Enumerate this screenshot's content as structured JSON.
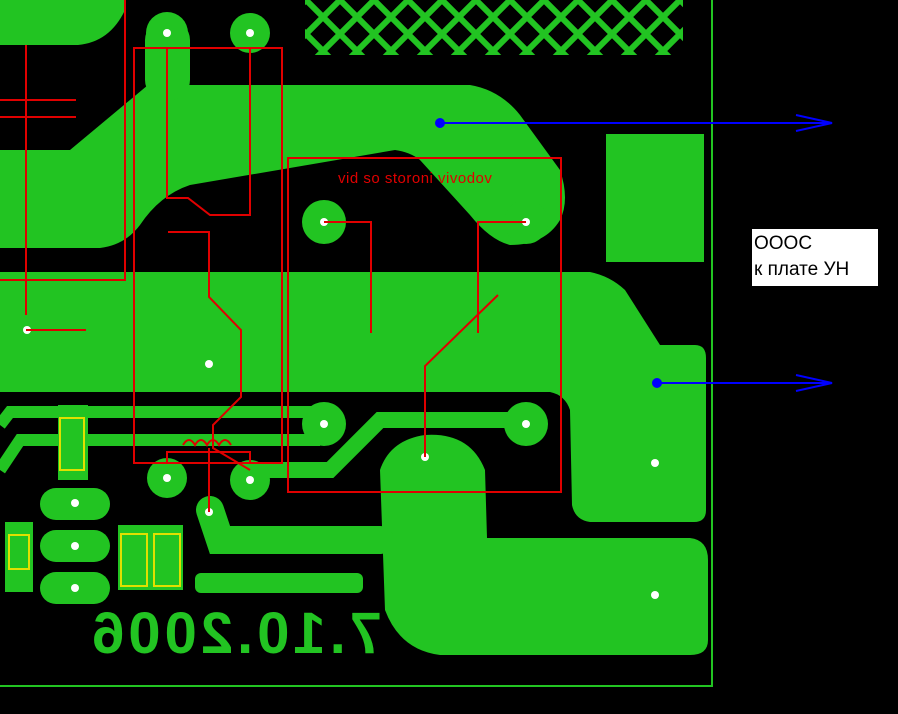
{
  "board": {
    "silkscreen_note": "vid so storoni vivodov",
    "date_mark": "7.10.2006"
  },
  "annotation": {
    "line1": "OOOC",
    "line2": "к плате УН"
  },
  "colors": {
    "background": "#000000",
    "copper": "#22c422",
    "silkscreen": "#e00000",
    "annotation_arrow": "#0000ff",
    "outline": "#22c422",
    "component": "#e0e000"
  }
}
